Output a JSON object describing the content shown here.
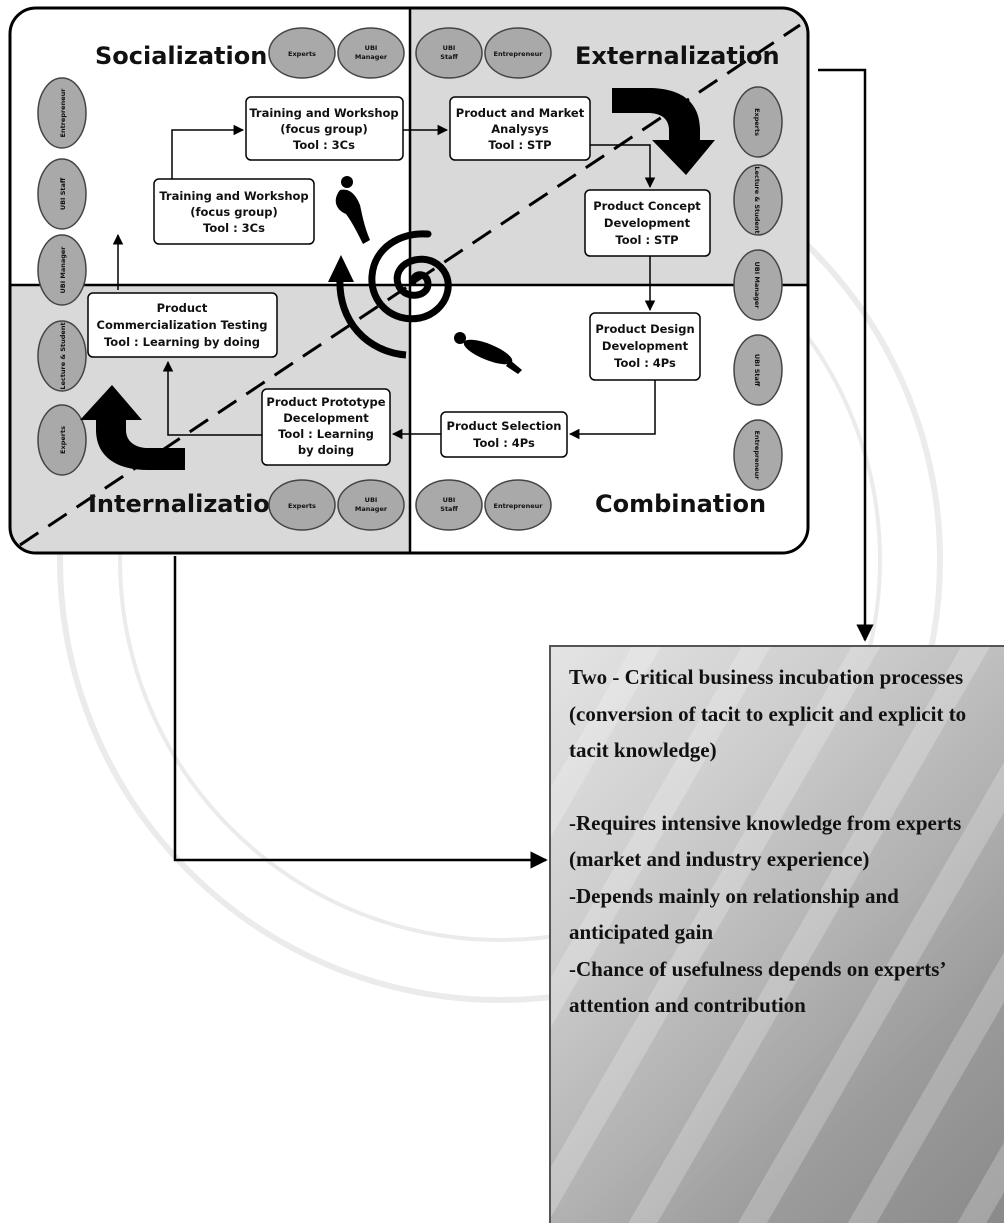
{
  "quadrants": {
    "socialization": "Socialization",
    "externalization": "Externalization",
    "internalization": "Internalization",
    "combination": "Combination"
  },
  "ovals": {
    "top_left_1": "Experts",
    "top_left_2": [
      "UBI",
      "Manager"
    ],
    "top_right_1": [
      "UBI",
      "Staff"
    ],
    "top_right_2": "Entrepreneur",
    "bottom_left_1": "Experts",
    "bottom_left_2": [
      "UBI",
      "Manager"
    ],
    "bottom_right_1": [
      "UBI",
      "Staff"
    ],
    "bottom_right_2": "Entrepreneur",
    "left_side": [
      "Entrepreneur",
      "UBI Staff",
      "UBI Manager",
      "Lecture & Student",
      "Experts"
    ],
    "right_side": [
      "Experts",
      "Lecture & Student",
      "UBI Manager",
      "UBI Staff",
      "Entrepreneur"
    ]
  },
  "boxes": {
    "training_top": [
      "Training and Workshop",
      "(focus group)",
      "Tool : 3Cs"
    ],
    "training_left": [
      "Training and Workshop",
      "(focus group)",
      "Tool : 3Cs"
    ],
    "market_analysis": [
      "Product and Market",
      "Analysys",
      "Tool : STP"
    ],
    "concept_dev": [
      "Product Concept",
      "Development",
      "Tool : STP"
    ],
    "design_dev": [
      "Product Design",
      "Development",
      "Tool : 4Ps"
    ],
    "selection": [
      "Product Selection",
      "Tool : 4Ps"
    ],
    "prototype": [
      "Product Prototype",
      "Decelopment",
      "Tool : Learning",
      "by doing"
    ],
    "commercialization": [
      "Product",
      "Commercialization Testing",
      "Tool : Learning by doing"
    ]
  },
  "summary": {
    "p1": "Two - Critical business incubation processes (conversion of tacit to explicit and explicit to tacit knowledge)",
    "b1": "-Requires intensive knowledge from experts (market and industry experience)",
    "b2": "-Depends mainly on relationship and anticipated gain",
    "b3": "-Chance of usefulness depends on experts’ attention and contribution"
  },
  "colors": {
    "quadrant_fill": "#d9d9d9",
    "oval_fill": "#a9a9a9",
    "line": "#000000"
  }
}
